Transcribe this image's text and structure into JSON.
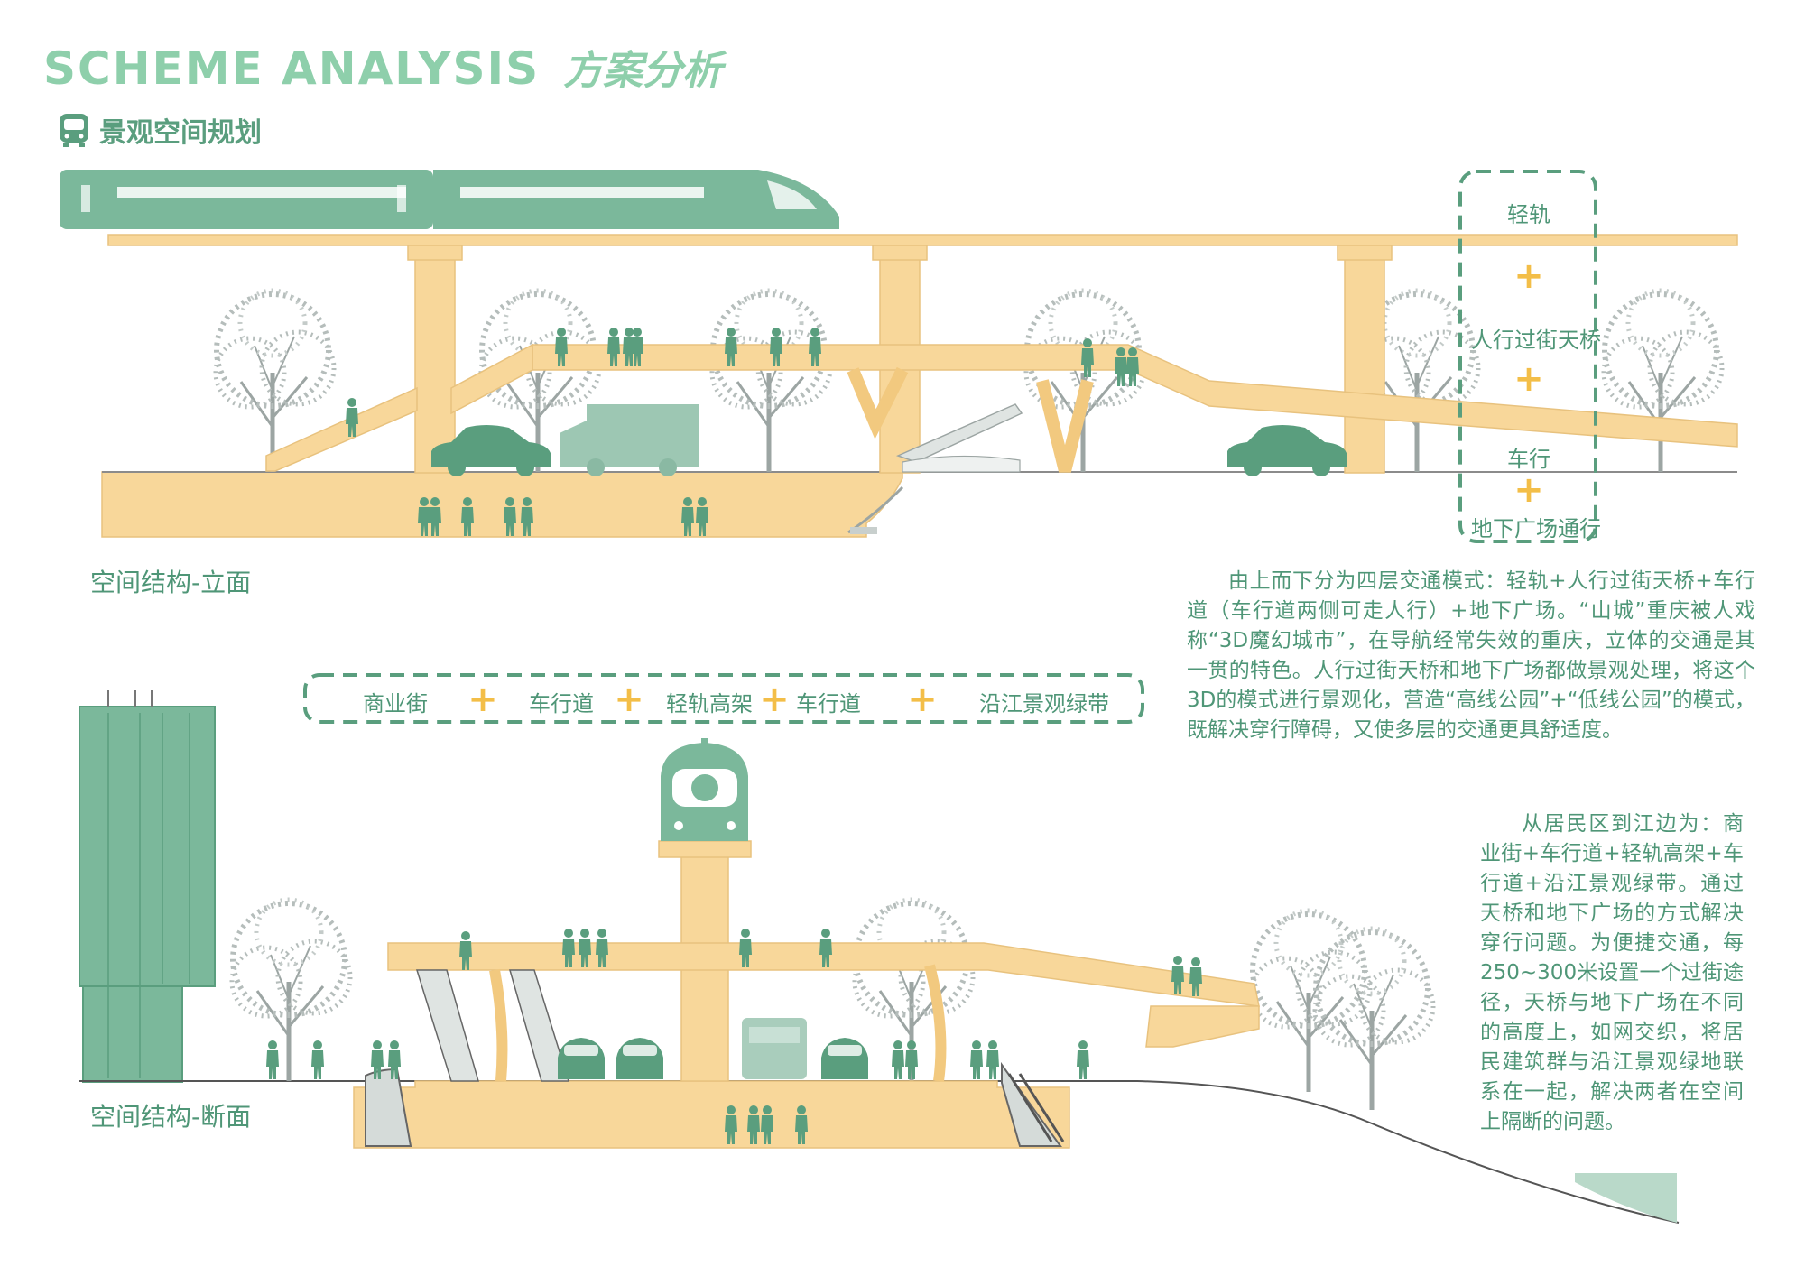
{
  "header": {
    "title_en": "SCHEME ANALYSIS",
    "title_cn": "方案分析",
    "section_icon": "train-front-icon",
    "section_title": "景观空间规划"
  },
  "elevation": {
    "caption": "空间结构-立面",
    "layers": [
      "轻轨",
      "人行过街天桥",
      "车行",
      "地下广场通行"
    ]
  },
  "cross_section": {
    "caption": "空间结构-断面",
    "sequence": [
      "商业街",
      "车行道",
      "轻轨高架",
      "车行道",
      "沿江景观绿带"
    ]
  },
  "text": {
    "para1": "由上而下分为四层交通模式：轻轨+人行过街天桥+车行道（车行道两侧可走人行）+地下广场。“山城”重庆被人戏称“3D魔幻城市”，在导航经常失效的重庆，立体的交通是其一贯的特色。人行过街天桥和地下广场都做景观处理，将这个3D的模式进行景观化，营造“高线公园”+“低线公园”的模式，既解决穿行障碍，又使多层的交通更具舒适度。",
    "para2": "从居民区到江边为：商业街+车行道+轻轨高架+车行道+沿江景观绿带。通过天桥和地下广场的方式解决穿行问题。为便捷交通，每250~300米设置一个过街途径，天桥与地下广场在不同的高度上，如网交织，将居民建筑群与沿江景观绿地联系在一起，解决两者在空间上隔断的问题。"
  },
  "colors": {
    "accent_green": "#8ecfab",
    "dark_green": "#5a9e7e",
    "text_green": "#4f9677",
    "structure_yellow": "#f8d79a",
    "plus_yellow": "#f3be48",
    "tree_gray": "#9ca5a3"
  },
  "icons": {
    "plus": "+"
  }
}
